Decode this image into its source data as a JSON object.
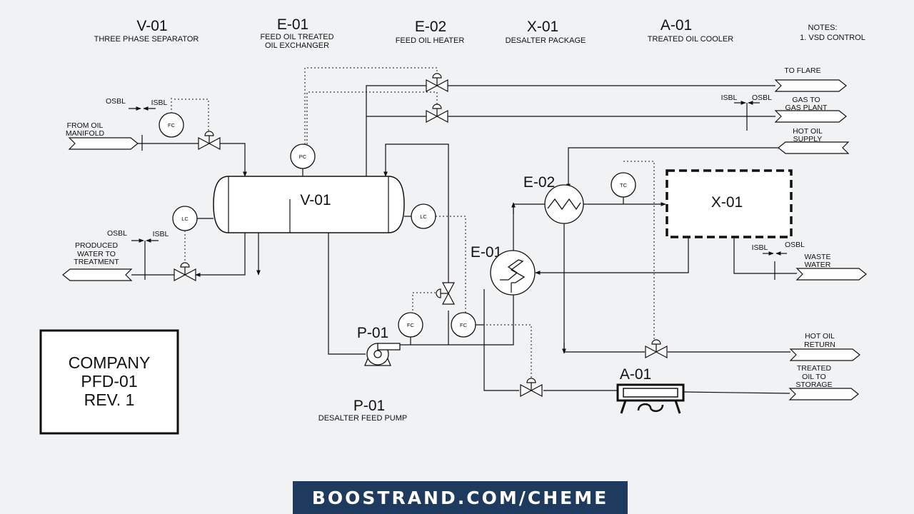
{
  "equipment_legend": [
    {
      "tag": "V-01",
      "desc": [
        "THREE PHASE SEPARATOR"
      ]
    },
    {
      "tag": "E-01",
      "desc": [
        "FEED OIL TREATED",
        "OIL EXCHANGER"
      ]
    },
    {
      "tag": "E-02",
      "desc": [
        "FEED OIL HEATER"
      ]
    },
    {
      "tag": "X-01",
      "desc": [
        "DESALTER PACKAGE"
      ]
    },
    {
      "tag": "A-01",
      "desc": [
        "TREATED OIL COOLER"
      ]
    }
  ],
  "notes": {
    "title": "NOTES:",
    "items": [
      "1. VSD CONTROL"
    ]
  },
  "equipment": {
    "separator": "V-01",
    "desalter": "X-01",
    "heater": "E-02",
    "exchanger": "E-01",
    "pump": "P-01",
    "cooler": "A-01"
  },
  "pump_caption": {
    "tag": "P-01",
    "desc": "DESALTER FEED PUMP"
  },
  "instruments": {
    "fc": "FC",
    "pc": "PC",
    "lc": "LC",
    "tc": "TC"
  },
  "boundaries": {
    "osbl": "OSBL",
    "isbl": "ISBL"
  },
  "streams": {
    "from_oil_manifold": [
      "FROM OIL",
      "MANIFOLD"
    ],
    "produced_water": [
      "PRODUCED",
      "WATER TO",
      "TREATMENT"
    ],
    "to_flare": [
      "TO FLARE"
    ],
    "gas_to_plant": [
      "GAS TO",
      "GAS PLANT"
    ],
    "hot_oil_supply": [
      "HOT OIL",
      "SUPPLY"
    ],
    "waste_water": [
      "WASTE",
      "WATER"
    ],
    "hot_oil_return": [
      "HOT OIL",
      "RETURN"
    ],
    "treated_oil": [
      "TREATED",
      "OIL TO",
      "STORAGE"
    ]
  },
  "title_block": [
    "COMPANY",
    "PFD-01",
    "REV. 1"
  ],
  "banner": "BOOSTRAND.COM/CHEME",
  "colors": {
    "line": "#111111",
    "background": "#f1f2f4",
    "banner": "#1f3a5f",
    "banner_text": "#ffffff"
  }
}
